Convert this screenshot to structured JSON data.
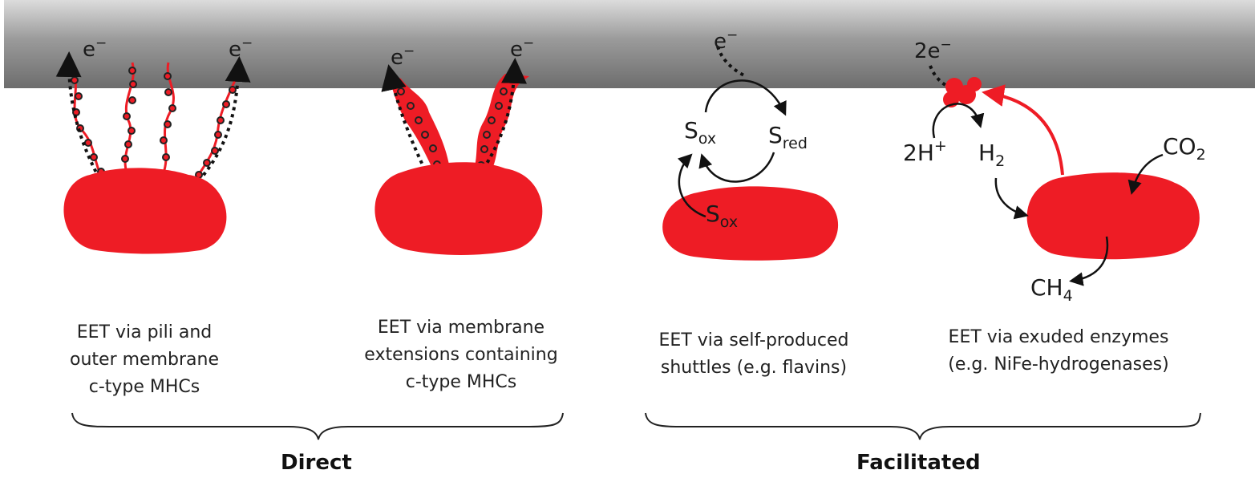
{
  "colors": {
    "cell": "#ee1c25",
    "electrode_light": "#dcdcdc",
    "electrode_dark": "#6d6d6d",
    "arrow": "#111111",
    "enzyme_arrow": "#ee1c25"
  },
  "panels": [
    {
      "id": "pili",
      "electron_labels": [
        "e",
        "e"
      ],
      "electron_superscript": "−",
      "caption": "EET via pili and\nouter membrane\nc-type MHCs"
    },
    {
      "id": "membrane-extensions",
      "electron_labels": [
        "e",
        "e"
      ],
      "electron_superscript": "−",
      "caption": "EET via membrane\nextensions containing\nc-type MHCs"
    },
    {
      "id": "shuttles",
      "electron_label": "e",
      "electron_superscript": "−",
      "species": {
        "s_ox_base": "S",
        "s_ox_sub": "ox",
        "s_red_base": "S",
        "s_red_sub": "red",
        "s_ox_cell_base": "S",
        "s_ox_cell_sub": "ox"
      },
      "caption": "EET via self-produced\nshuttles (e.g. flavins)"
    },
    {
      "id": "enzymes",
      "electron_label": "2e",
      "electron_superscript": "−",
      "species": {
        "protons_base": "2H",
        "protons_sup": "+",
        "h2_base": "H",
        "h2_sub": "2",
        "co2_base": "CO",
        "co2_sub": "2",
        "ch4_base": "CH",
        "ch4_sub": "4"
      },
      "caption": "EET via exuded enzymes\n(e.g. NiFe-hydrogenases)"
    }
  ],
  "groups": {
    "direct": "Direct",
    "facilitated": "Facilitated"
  }
}
